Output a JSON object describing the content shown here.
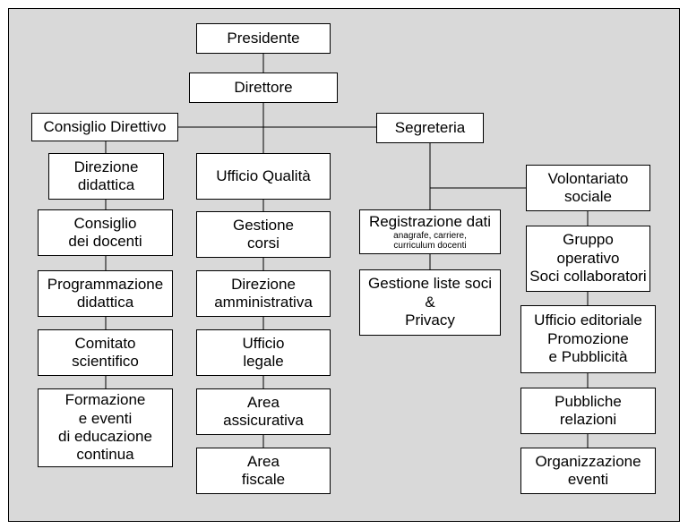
{
  "colors": {
    "panel": "#d9d9d9",
    "box": "#ffffff",
    "line": "#000000"
  },
  "nodes": {
    "presidente": {
      "lines": [
        "Presidente"
      ]
    },
    "direttore": {
      "lines": [
        "Direttore"
      ]
    },
    "consiglio_direttivo": {
      "lines": [
        "Consiglio Direttivo"
      ]
    },
    "segreteria": {
      "lines": [
        "Segreteria"
      ]
    },
    "direzione_didattica": {
      "lines": [
        "Direzione",
        "didattica"
      ]
    },
    "consiglio_docenti": {
      "lines": [
        "Consiglio",
        "dei docenti"
      ]
    },
    "programmazione_didattica": {
      "lines": [
        "Programmazione",
        "didattica"
      ]
    },
    "comitato_scientifico": {
      "lines": [
        "Comitato",
        "scientifico"
      ]
    },
    "formazione_eventi": {
      "lines": [
        "Formazione",
        "e eventi",
        "di educazione",
        "continua"
      ]
    },
    "ufficio_qualita": {
      "lines": [
        "Ufficio Qualità"
      ]
    },
    "gestione_corsi": {
      "lines": [
        "Gestione",
        "corsi"
      ]
    },
    "direzione_amministrativa": {
      "lines": [
        "Direzione",
        "amministrativa"
      ]
    },
    "ufficio_legale": {
      "lines": [
        "Ufficio",
        "legale"
      ]
    },
    "area_assicurativa": {
      "lines": [
        "Area",
        "assicurativa"
      ]
    },
    "area_fiscale": {
      "lines": [
        "Area",
        "fiscale"
      ]
    },
    "registrazione_dati": {
      "lines": [
        "Registrazione dati"
      ],
      "sub": [
        "anagrafe, carriere,",
        "curriculum docenti"
      ]
    },
    "gestione_liste_soci": {
      "lines": [
        "Gestione liste soci",
        "&",
        "Privacy"
      ]
    },
    "volontariato_sociale": {
      "lines": [
        "Volontariato",
        "sociale"
      ]
    },
    "gruppo_operativo": {
      "lines": [
        "Gruppo",
        "operativo",
        "Soci collaboratori"
      ]
    },
    "ufficio_editoriale": {
      "lines": [
        "Ufficio editoriale",
        "Promozione",
        "e Pubblicità"
      ]
    },
    "pubbliche_relazioni": {
      "lines": [
        "Pubbliche",
        "relazioni"
      ]
    },
    "organizzazione_eventi": {
      "lines": [
        "Organizzazione",
        "eventi"
      ]
    }
  }
}
